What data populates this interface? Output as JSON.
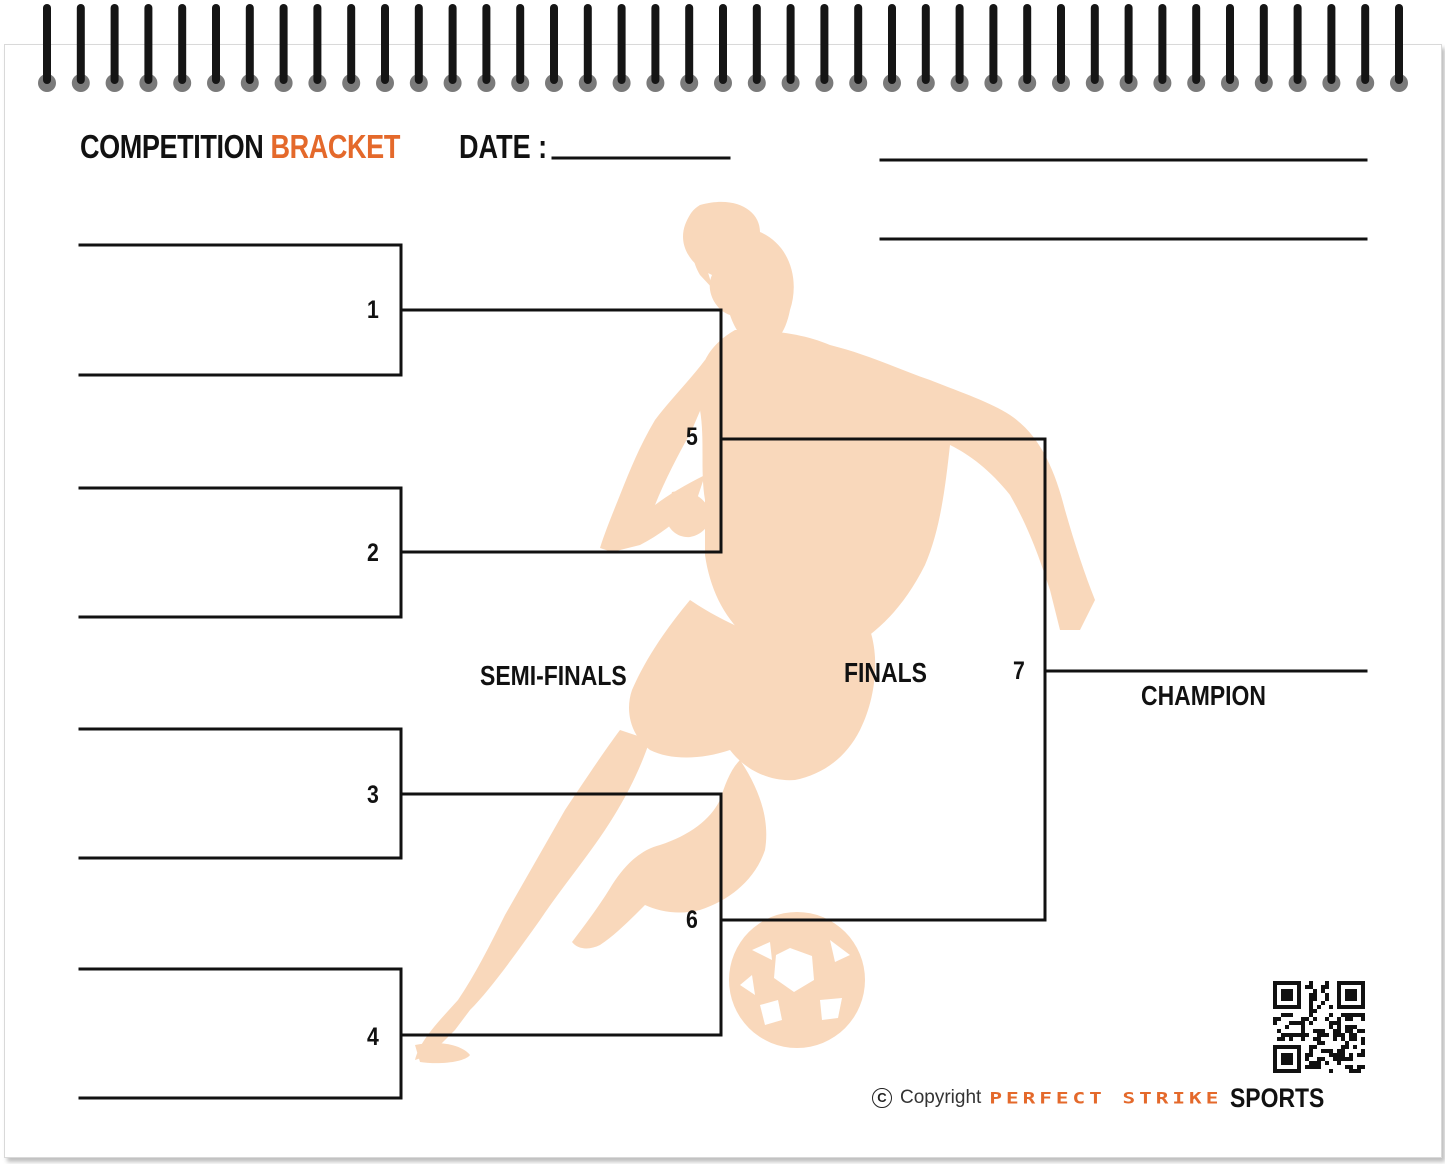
{
  "header": {
    "title_main": "COMPETITION",
    "title_accent": "BRACKET",
    "date_label": "DATE :"
  },
  "matches": {
    "m1": "1",
    "m2": "2",
    "m3": "3",
    "m4": "4",
    "m5": "5",
    "m6": "6",
    "m7": "7"
  },
  "rounds": {
    "semi_finals": "SEMI-FINALS",
    "finals": "FINALS",
    "champion": "CHAMPION"
  },
  "footer": {
    "copyright_symbol": "C",
    "copyright_word": "Copyright",
    "brand_name": "PERFECT STRIKE",
    "brand_sports": "SPORTS"
  },
  "icons": {
    "background": "soccer-player-silhouette-icon",
    "ball": "soccer-ball-icon",
    "qr": "qr-code-icon",
    "binding": "spiral-binding-icon"
  },
  "colors": {
    "accent": "#e4692b",
    "silhouette": "#f9d8bb",
    "line": "#111111"
  }
}
